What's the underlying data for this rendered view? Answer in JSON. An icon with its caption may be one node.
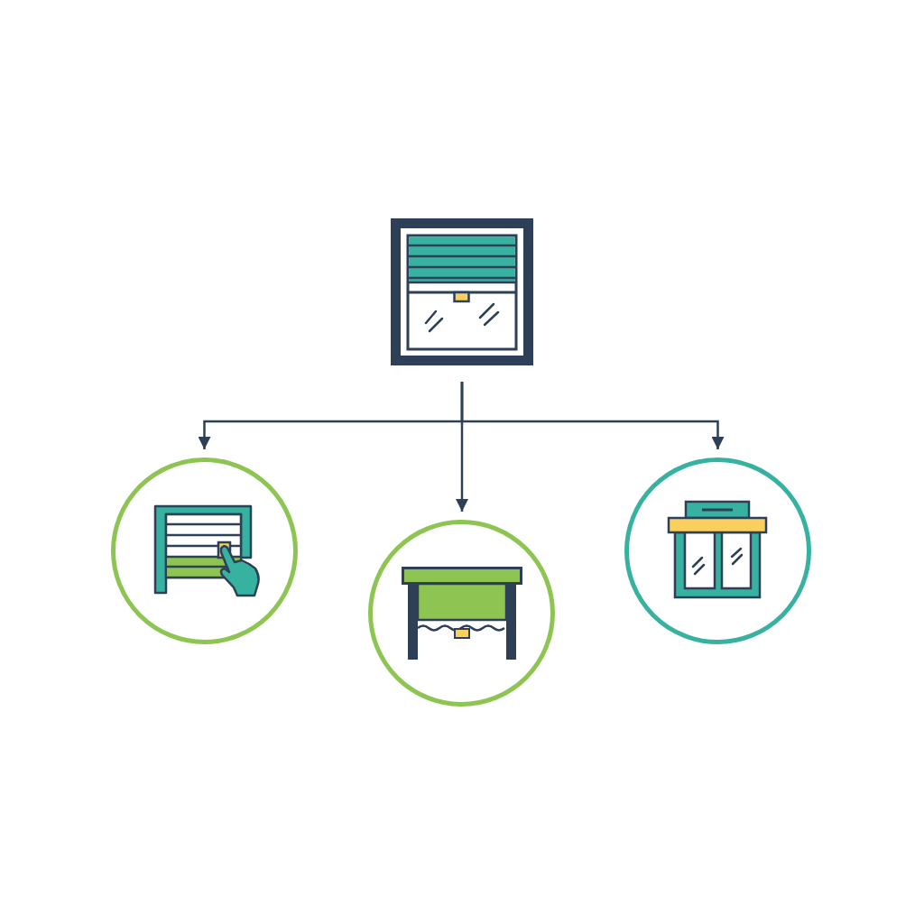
{
  "diagram": {
    "nodes": [
      {
        "text": [],
        "shape": "picture"
      },
      {
        "text": [],
        "shape": "circle"
      },
      {
        "text": [],
        "shape": "circle"
      },
      {
        "text": [],
        "shape": "circle"
      }
    ],
    "edges": [
      {
        "from": 0,
        "to": 1,
        "arrow": "to"
      },
      {
        "from": 0,
        "to": 2,
        "arrow": "to"
      },
      {
        "from": 0,
        "to": 3,
        "arrow": "to"
      }
    ]
  }
}
